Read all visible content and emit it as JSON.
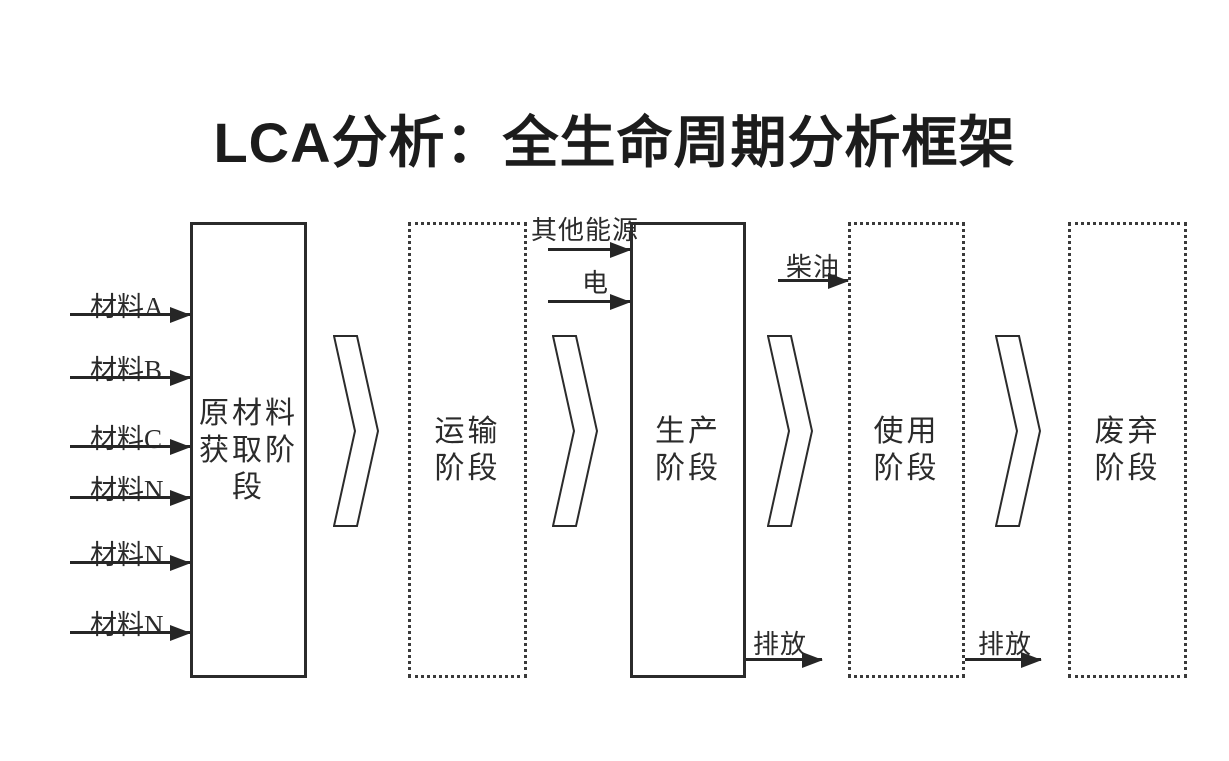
{
  "title": "LCA分析：全生命周期分析框架",
  "colors": {
    "ink": "#262626",
    "background": "#ffffff"
  },
  "stages": [
    {
      "label": "原材料\n获取阶\n段",
      "border": "solid"
    },
    {
      "label": "运输\n阶段",
      "border": "dotted"
    },
    {
      "label": "生产\n阶段",
      "border": "solid"
    },
    {
      "label": "使用\n阶段",
      "border": "dotted"
    },
    {
      "label": "废弃\n阶段",
      "border": "dotted"
    }
  ],
  "material_inputs": [
    {
      "label": "材料A",
      "target": "原材料获取阶段"
    },
    {
      "label": "材料B",
      "target": "原材料获取阶段"
    },
    {
      "label": "材料C",
      "target": "原材料获取阶段"
    },
    {
      "label": "材料N",
      "target": "原材料获取阶段"
    },
    {
      "label": "材料N",
      "target": "原材料获取阶段"
    },
    {
      "label": "材料N",
      "target": "原材料获取阶段"
    }
  ],
  "energy_inputs": [
    {
      "label": "其他能源",
      "target": "生产阶段"
    },
    {
      "label": "电",
      "target": "生产阶段"
    },
    {
      "label": "柴油",
      "target": "使用阶段"
    }
  ],
  "emissions": [
    {
      "label": "排放",
      "source": "生产阶段"
    },
    {
      "label": "排放",
      "source": "使用阶段"
    }
  ]
}
